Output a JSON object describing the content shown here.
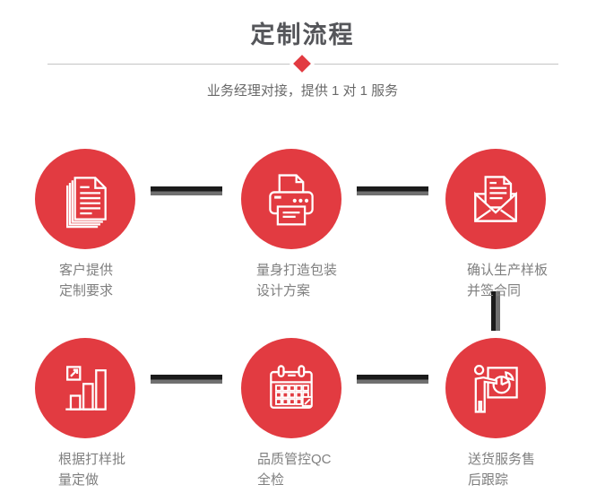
{
  "header": {
    "title": "定制流程",
    "subtitle": "业务经理对接，提供 1 对 1 服务"
  },
  "steps": [
    {
      "icon": "documents-icon",
      "label_line1": "客户提供",
      "label_line2": "定制要求"
    },
    {
      "icon": "printer-icon",
      "label_line1": "量身打造包装",
      "label_line2": "设计方案"
    },
    {
      "icon": "envelope-icon",
      "label_line1": "确认生产样板",
      "label_line2": "并签合同"
    },
    {
      "icon": "bar-chart-icon",
      "label_line1": "根据打样批",
      "label_line2": "量定做"
    },
    {
      "icon": "calendar-icon",
      "label_line1": "品质管控QC",
      "label_line2": "全检"
    },
    {
      "icon": "presentation-icon",
      "label_line1": "送货服务售",
      "label_line2": "后跟踪"
    }
  ],
  "colors": {
    "accent_red": "#e23b41",
    "title_gray": "#55565a",
    "label_gray": "#7f7f7f",
    "subtitle_gray": "#696969",
    "connector_dark": "#1b1b1b",
    "connector_light": "#707070",
    "divider_gray": "#c4c4c4",
    "icon_stroke": "#ffffff"
  }
}
